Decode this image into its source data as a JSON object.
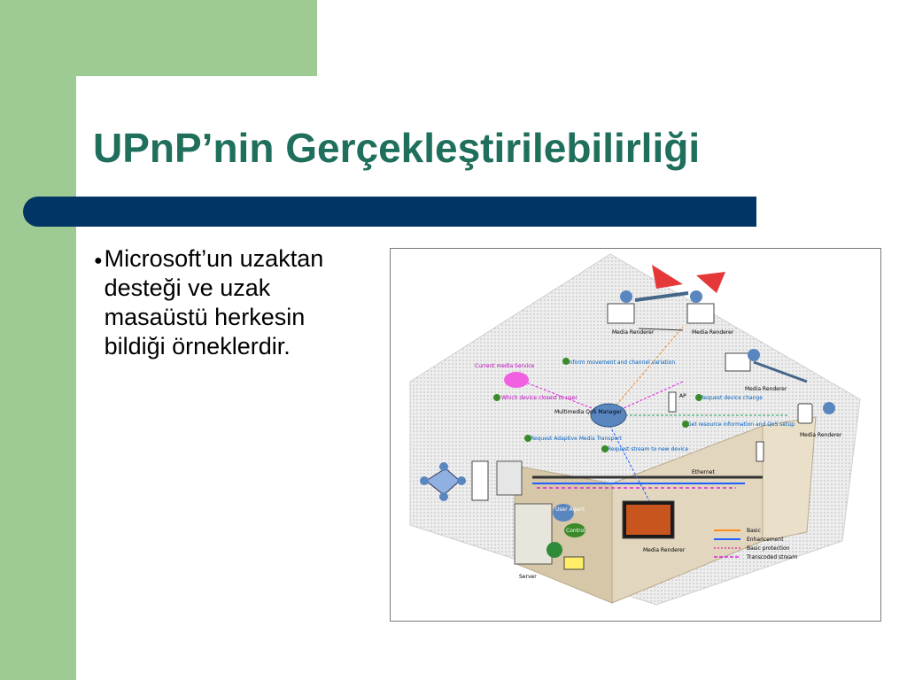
{
  "slide": {
    "title": "UPnP’nin Gerçekleştirilebilirliği",
    "bullet": "Microsoft’un uzaktan desteği ve uzak masaüstü herkesin bildiği örneklerdir."
  },
  "diagram": {
    "device_labels": {
      "media_renderer_1": "Media Renderer",
      "media_renderer_2": "Media Renderer",
      "media_renderer_3": "Media Renderer",
      "media_renderer_4": "Media Renderer",
      "media_renderer_5": "Media Renderer",
      "qos_manager": "Multimedia QoS Manager",
      "server": "Server",
      "ap": "AP"
    },
    "flow_labels": {
      "inform_movement": "Inform movement and channel variation",
      "which_device": "Which device closest to user",
      "request_device_change": "Request device change",
      "get_resource": "Get resource information and QoS setup",
      "request_adaptive": "Request Adaptive Media Transport",
      "request_stream": "Request stream to new device",
      "current_media": "Current media Service",
      "ethernet": "Ethernet",
      "user_agent": "User Agent",
      "control": "Control"
    },
    "legend": [
      {
        "label": "Basic",
        "color": "#ff8c1a"
      },
      {
        "label": "Enhancement",
        "color": "#1f5fff"
      },
      {
        "label": "Basic protection",
        "color": "#e0479e"
      },
      {
        "label": "Transcoded stream",
        "color": "#e020e0"
      }
    ]
  }
}
